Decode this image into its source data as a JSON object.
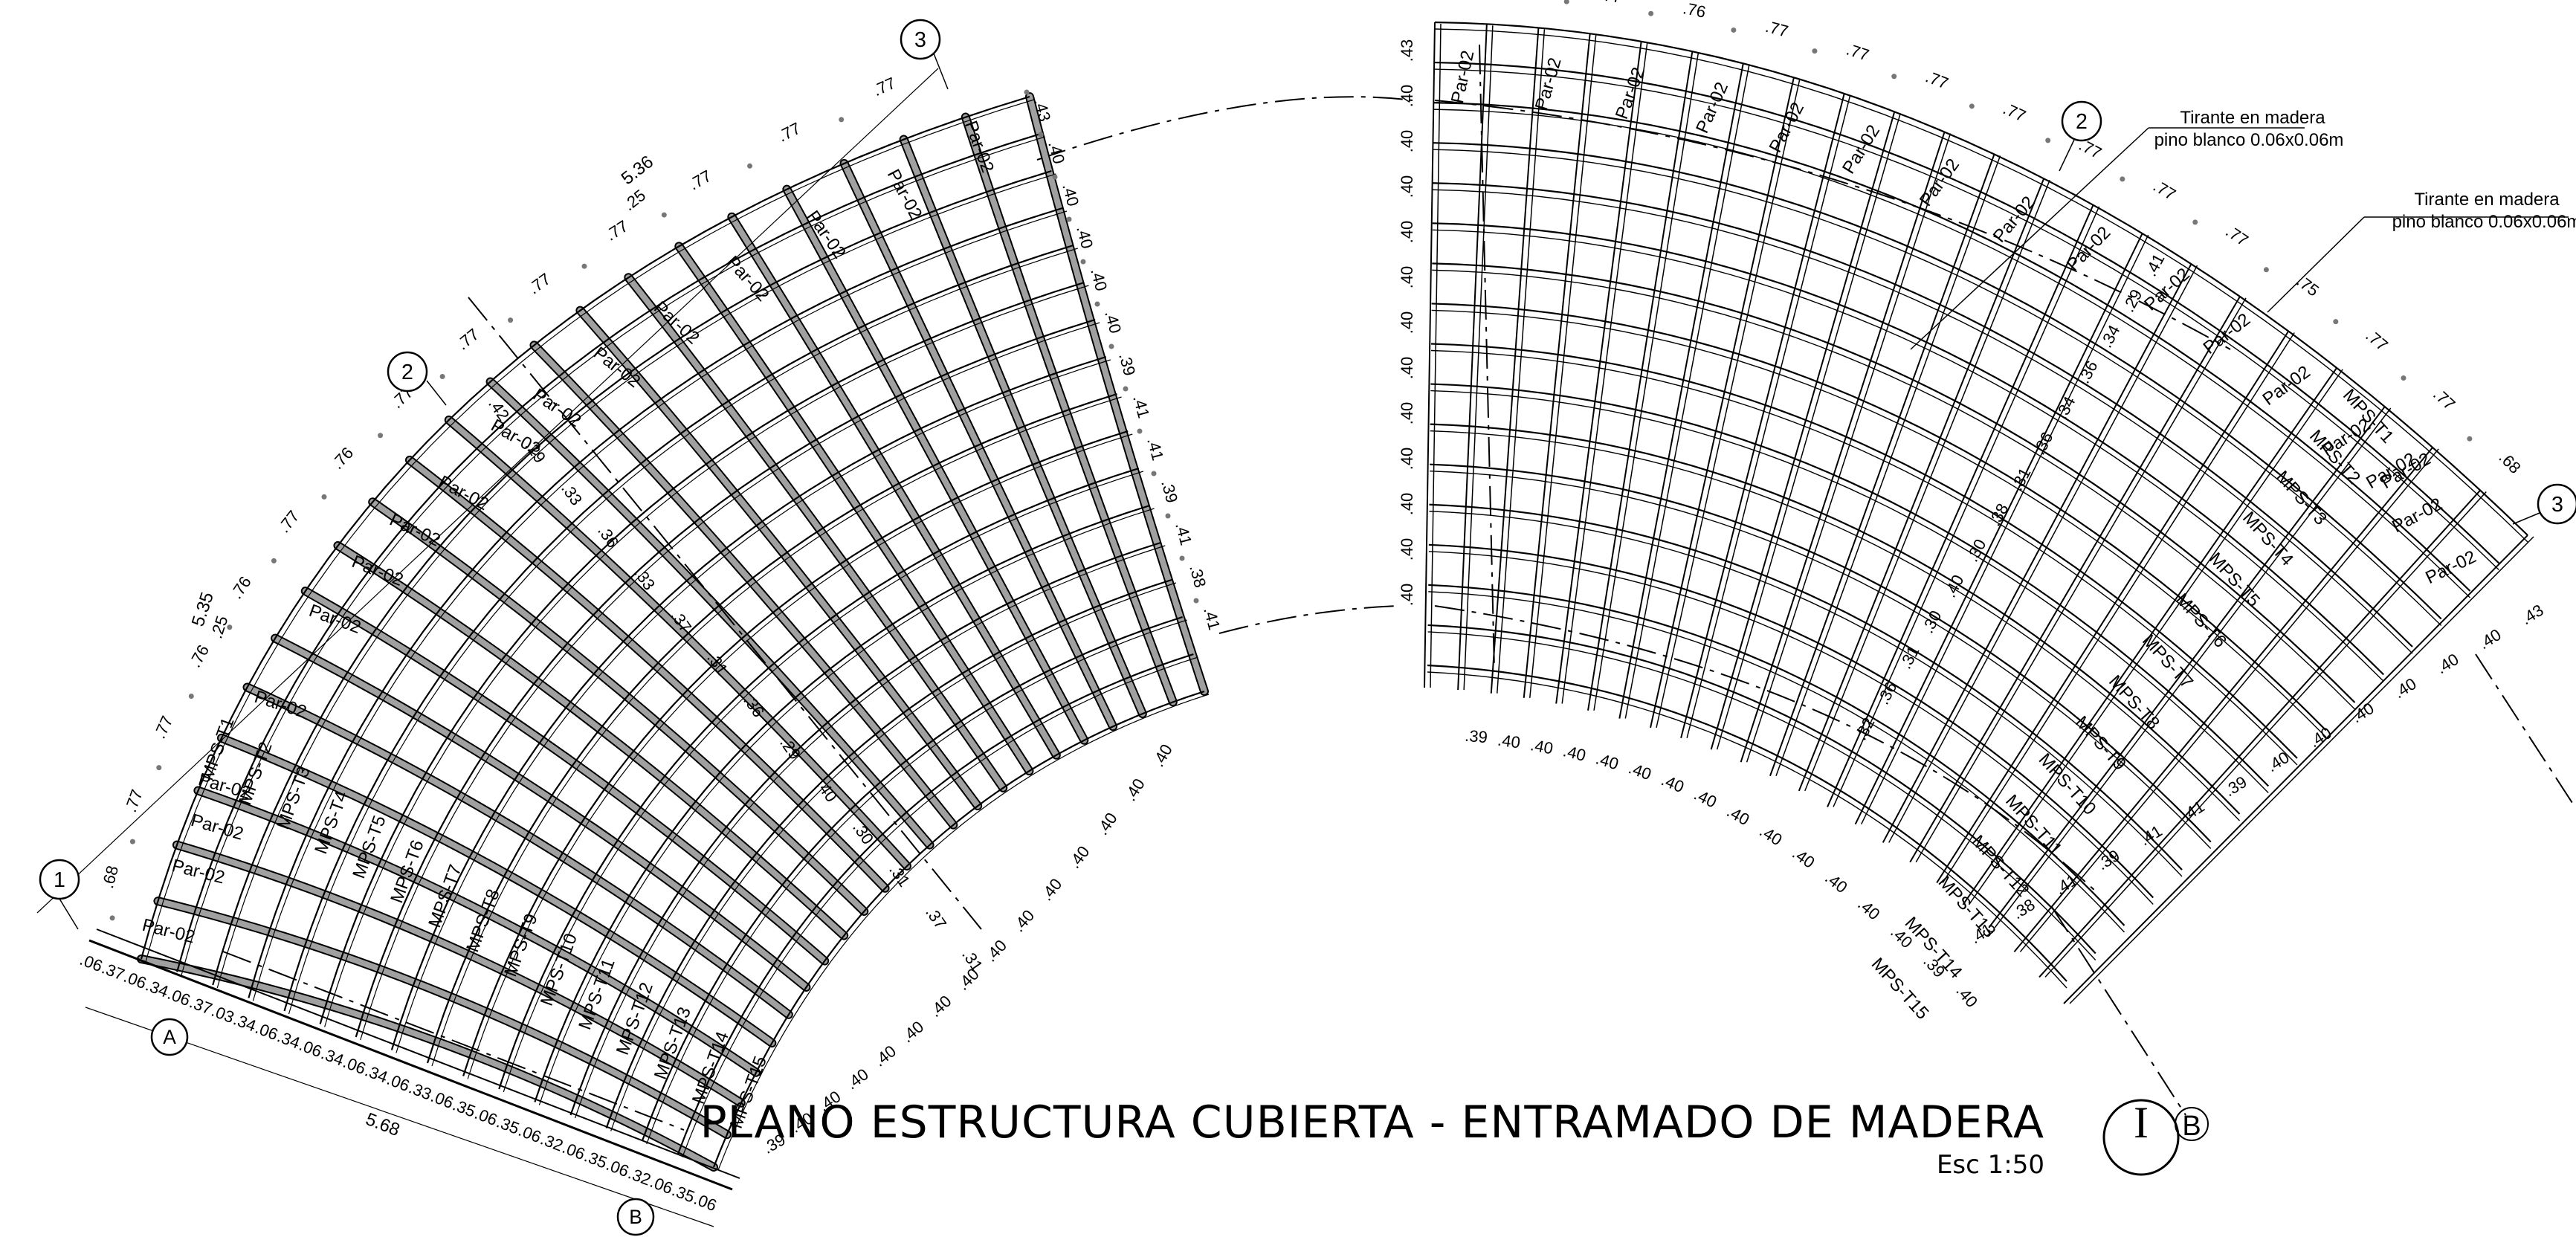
{
  "title": "PLANO ESTRUCTURA CUBIERTA - ENTRAMADO DE MADERA",
  "scale": "Esc 1:50",
  "section_mark": {
    "number": "I",
    "axis": "B"
  },
  "grid_axes": [
    "1",
    "2",
    "3",
    "A",
    "B"
  ],
  "annotations": [
    {
      "line1": "Tirante en madera",
      "line2": "pino blanco 0.06x0.06m"
    },
    {
      "line1": "Tirante en madera",
      "line2": "pino blanco 0.06x0.06m"
    }
  ],
  "left_wing": {
    "outer_total_1": "5.35",
    "outer_total_2": "5.36",
    "outer_partial_1": ".25",
    "outer_partial_2": ".25",
    "outer_spacings": [
      ".68",
      ".77",
      ".77",
      ".76",
      ".76",
      ".77",
      ".76",
      ".77",
      ".77",
      ".77",
      ".77",
      ".77",
      ".77",
      ".77"
    ],
    "bottom_total": "5.68",
    "bottom_spacings": [
      ".06",
      ".37",
      ".06",
      ".34",
      ".06",
      ".37",
      ".03",
      ".34",
      ".06",
      ".34",
      ".06",
      ".34",
      ".06",
      ".34",
      ".06",
      ".33",
      ".06",
      ".35",
      ".06",
      ".35",
      ".06",
      ".32",
      ".06",
      ".35",
      ".06",
      ".32",
      ".06",
      ".35",
      ".06"
    ],
    "right_spacings": [
      ".43",
      ".40",
      ".40",
      ".40",
      ".40",
      ".40",
      ".39",
      ".41",
      ".41",
      ".39",
      ".41",
      ".38",
      ".41"
    ],
    "inner_spacings": [
      ".39",
      ".40",
      ".40",
      ".40",
      ".40",
      ".40",
      ".40",
      ".40",
      ".40",
      ".40",
      ".40",
      ".40",
      ".40",
      ".40",
      ".40"
    ],
    "diagonal_spacings": [
      ".42",
      ".29",
      ".33",
      ".36",
      ".33",
      ".37",
      ".31",
      ".36",
      ".29",
      ".40",
      ".30",
      ".31",
      ".37",
      ".31"
    ],
    "par_labels": [
      "Par-02",
      "Par-02",
      "Par-02",
      "Par-02",
      "Par-02",
      "Par-02",
      "Par-02",
      "Par-02",
      "Par-02",
      "Par-02",
      "Par-02",
      "Par-02",
      "Par-02",
      "Par-02",
      "Par-02",
      "Par-02",
      "Par-02"
    ],
    "mps_labels": [
      "MPS-T1",
      "MPS-T2",
      "MPS-T3",
      "MPS-T4",
      "MPS-T5",
      "MPS-T6",
      "MPS-T7",
      "MPS-T8",
      "MPS-T9",
      "MPS-T10",
      "MPS-T11",
      "MPS-T12",
      "MPS-T13",
      "MPS-T14",
      "MPS-T15"
    ]
  },
  "right_wing": {
    "outer_spacings": [
      ".77",
      ".77",
      ".76",
      ".77",
      ".77",
      ".77",
      ".77",
      ".77",
      ".77",
      ".77",
      ".75",
      ".77",
      ".77",
      ".68"
    ],
    "left_spacings": [
      ".43",
      ".40",
      ".40",
      ".40",
      ".40",
      ".40",
      ".40",
      ".40",
      ".40",
      ".40",
      ".40",
      ".40",
      ".40"
    ],
    "bottom_spacings": [
      ".39",
      ".40",
      ".40",
      ".40",
      ".40",
      ".40",
      ".40",
      ".40",
      ".40",
      ".40",
      ".40",
      ".40",
      ".40",
      ".40",
      ".39",
      ".40"
    ],
    "right_spacings": [
      ".43",
      ".40",
      ".40",
      ".40",
      ".40",
      ".40",
      ".40",
      ".39",
      ".41",
      ".41",
      ".39",
      ".41",
      ".38",
      ".41"
    ],
    "diagonal_spacings": [
      ".41",
      ".29",
      ".34",
      ".36",
      ".34",
      ".36",
      ".31",
      ".38",
      ".30",
      ".40",
      ".30",
      ".31",
      ".36",
      ".32"
    ],
    "par_labels": [
      "Par-02",
      "Par-02",
      "Par-02",
      "Par-02",
      "Par-02",
      "Par-02",
      "Par-02",
      "Par-02",
      "Par-02",
      "Par-02",
      "Par-02",
      "Par-02",
      "Par-02",
      "Par-02",
      "Par-02",
      "Par-02",
      "Par-02"
    ],
    "mps_labels": [
      "MPS-T1",
      "MPS-T2",
      "MPS-T3",
      "MPS-T4",
      "MPS-T5",
      "MPS-T6",
      "MPS-T7",
      "MPS-T8",
      "MPS-T9",
      "MPS-T10",
      "MPS-T11",
      "MPS-T12",
      "MPS-T13",
      "MPS-T14",
      "MPS-T15"
    ]
  }
}
